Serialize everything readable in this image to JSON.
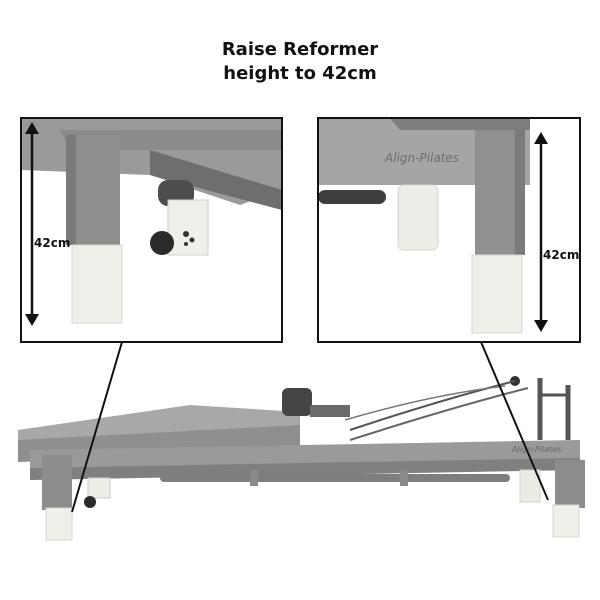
{
  "title": {
    "line1": "Raise Reformer",
    "line2": "height to 42cm"
  },
  "left_panel": {
    "measurement": "42cm"
  },
  "right_panel": {
    "measurement": "42cm",
    "brand": "Align-Pilates"
  },
  "reformer": {
    "brand": "Align-Pilates"
  },
  "colors": {
    "frame": "#8e8e8e",
    "frame_dark": "#6f6f6f",
    "frame_light": "#b8b8b8",
    "foot_cap": "#f3f2ee",
    "arrow": "#111111",
    "border": "#111111"
  }
}
